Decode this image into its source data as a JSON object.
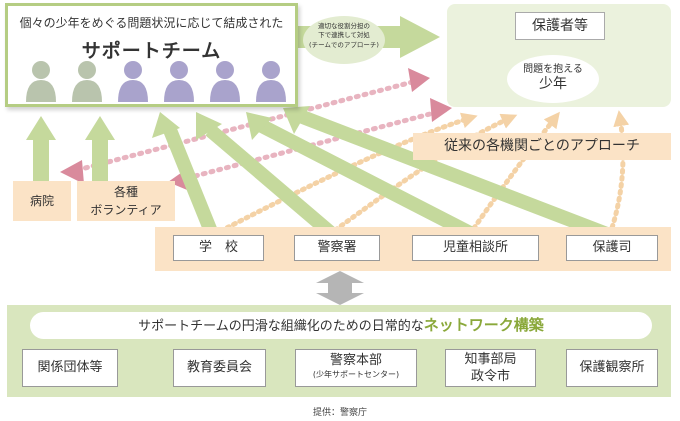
{
  "team": {
    "subtitle": "個々の少年をめぐる問題状況に応じて結成された",
    "title": "サポートチーム"
  },
  "cooperation": {
    "line1": "適切な役割分担の",
    "line2": "下で連携して対処",
    "line3": "(チームでのアプローチ)"
  },
  "guardian": {
    "label": "保護者等",
    "problem_line1": "問題を抱える",
    "problem_line2": "少年"
  },
  "conventional_approach": "従来の各機関ごとのアプローチ",
  "hospital": "病院",
  "volunteer": {
    "line1": "各種",
    "line2": "ボランティア"
  },
  "institutions": [
    "学　校",
    "警察署",
    "児童相談所",
    "保護司"
  ],
  "network": {
    "prefix": "サポートチームの円滑な組織化のための日常的な",
    "highlight": "ネットワーク構築"
  },
  "organizations": {
    "related": "関係団体等",
    "education_board": "教育委員会",
    "police_hq": "警察本部",
    "police_hq_sub": "(少年サポートセンター)",
    "governor_line1": "知事部局",
    "governor_line2": "政令市",
    "probation": "保護観察所"
  },
  "credit": "提供：警察庁",
  "colors": {
    "green": "#b5cd83",
    "green_light": "#ebf2dd",
    "orange_light": "#fbe3c6",
    "pink_arrow": "#d98a9c",
    "person_green": "#b9c4ad",
    "person_purple": "#a9a3cc",
    "network_highlight": "#8aa83a"
  },
  "icons": [
    "person-icon",
    "arrow-icon",
    "double-arrow-icon"
  ]
}
